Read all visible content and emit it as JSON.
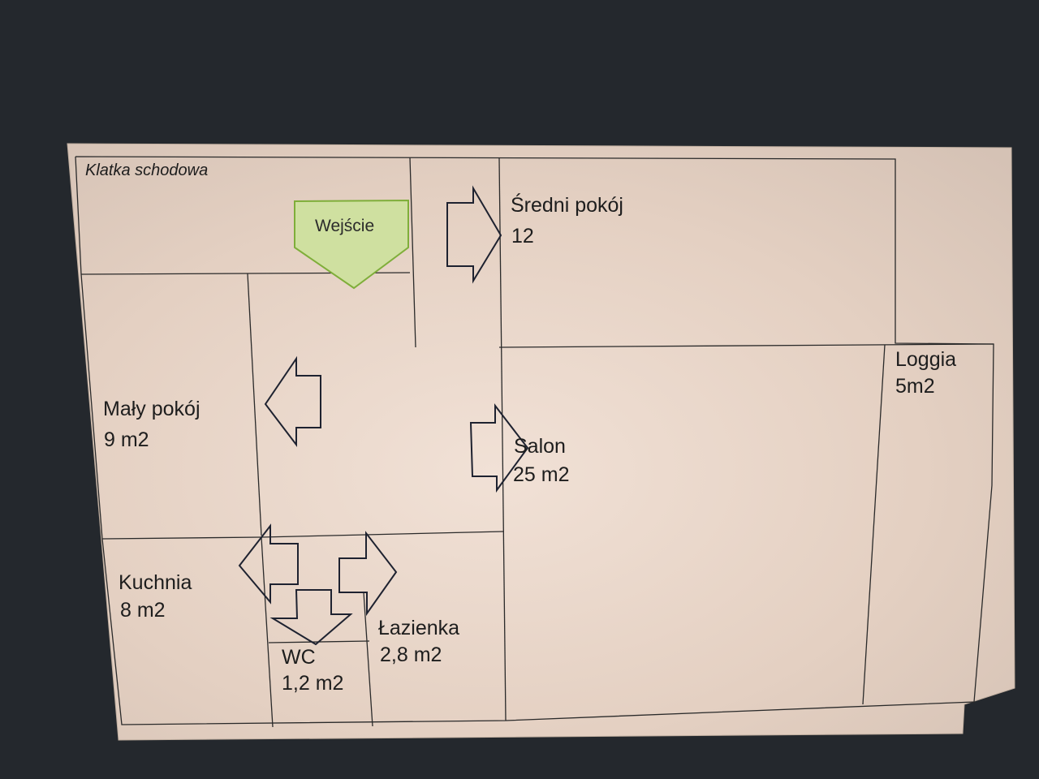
{
  "floorplan": {
    "stairwell_label": "Klatka schodowa",
    "entrance_label": "Wejście",
    "rooms": {
      "sredni_pokoj": {
        "name": "Średni pokój",
        "area": "12"
      },
      "maly_pokoj": {
        "name": "Mały pokój",
        "area": "9 m2"
      },
      "salon": {
        "name": "Salon",
        "area": "25 m2"
      },
      "loggia": {
        "name": "Loggia",
        "area": "5m2"
      },
      "kuchnia": {
        "name": "Kuchnia",
        "area": "8 m2"
      },
      "wc": {
        "name": "WC",
        "area": "1,2 m2"
      },
      "lazienka": {
        "name": "Łazienka",
        "area": "2,8 m2"
      }
    }
  },
  "colors": {
    "background": "#24282d",
    "paper": "#e6d3c6",
    "lines": "#2a2a2a",
    "entrance_fill": "#cfe0a0",
    "entrance_stroke": "#7fae3a",
    "arrows": "#1e2230"
  }
}
